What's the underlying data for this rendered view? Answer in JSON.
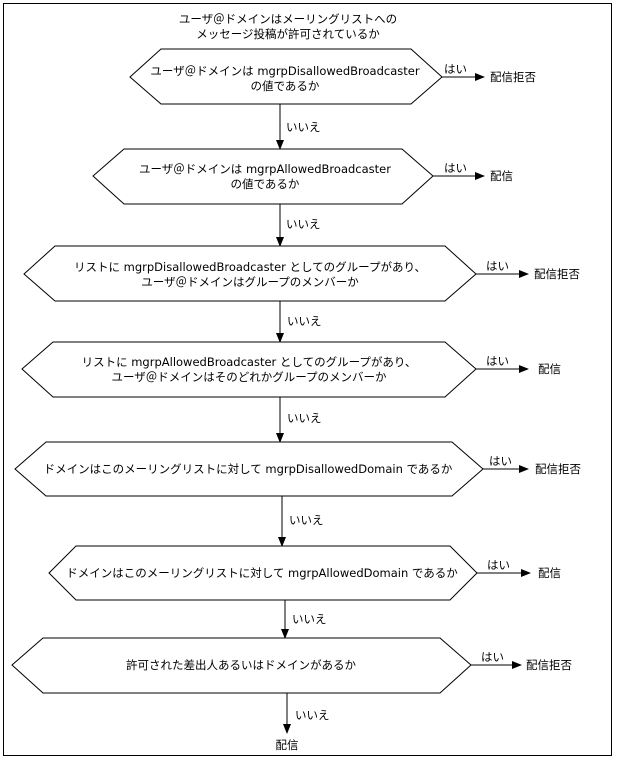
{
  "title": [
    "ユーザ＠ドメインはメーリングリストへの",
    "メッセージ投稿が許可されているか"
  ],
  "labels": {
    "yes": "はい",
    "no": "いいえ",
    "deliver": "配信",
    "reject": "配信拒否"
  },
  "decisions": [
    {
      "text": [
        "ユーザ＠ドメインは mgrpDisallowedBroadcaster",
        "の値であるか"
      ],
      "yes_result": "配信拒否"
    },
    {
      "text": [
        "ユーザ＠ドメインは mgrpAllowedBroadcaster",
        "の値であるか"
      ],
      "yes_result": "配信"
    },
    {
      "text": [
        "リストに mgrpDisallowedBroadcaster としてのグループがあり、",
        "ユーザ＠ドメインはグループのメンバーか"
      ],
      "yes_result": "配信拒否"
    },
    {
      "text": [
        "リストに mgrpAllowedBroadcaster としてのグループがあり、",
        "ユーザ＠ドメインはそのどれかグループのメンバーか"
      ],
      "yes_result": "配信"
    },
    {
      "text": [
        "ドメインはこのメーリングリストに対して mgrpDisallowedDomain であるか"
      ],
      "yes_result": "配信拒否"
    },
    {
      "text": [
        "ドメインはこのメーリングリストに対して mgrpAllowedDomain であるか"
      ],
      "yes_result": "配信"
    },
    {
      "text": [
        "許可された差出人あるいはドメインがあるか"
      ],
      "yes_result": "配信拒否"
    }
  ],
  "final_result": "配信"
}
